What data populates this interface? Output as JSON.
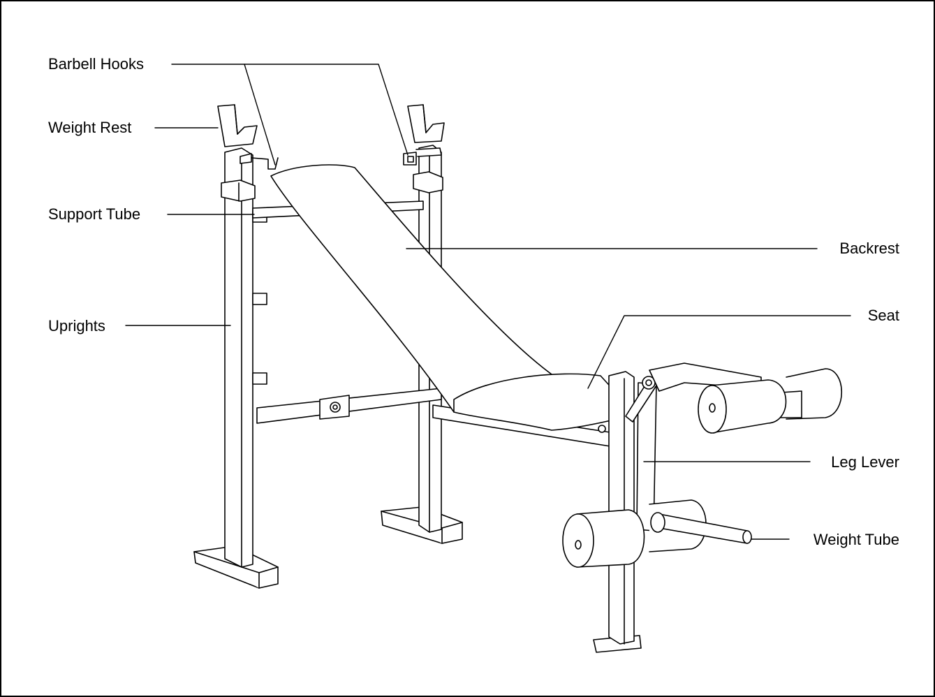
{
  "labels": {
    "barbell_hooks": "Barbell Hooks",
    "weight_rest": "Weight Rest",
    "support_tube": "Support Tube",
    "uprights": "Uprights",
    "backrest": "Backrest",
    "seat": "Seat",
    "leg_lever": "Leg Lever",
    "weight_tube": "Weight Tube"
  },
  "colors": {
    "line": "#000000",
    "fill": "#ffffff"
  }
}
